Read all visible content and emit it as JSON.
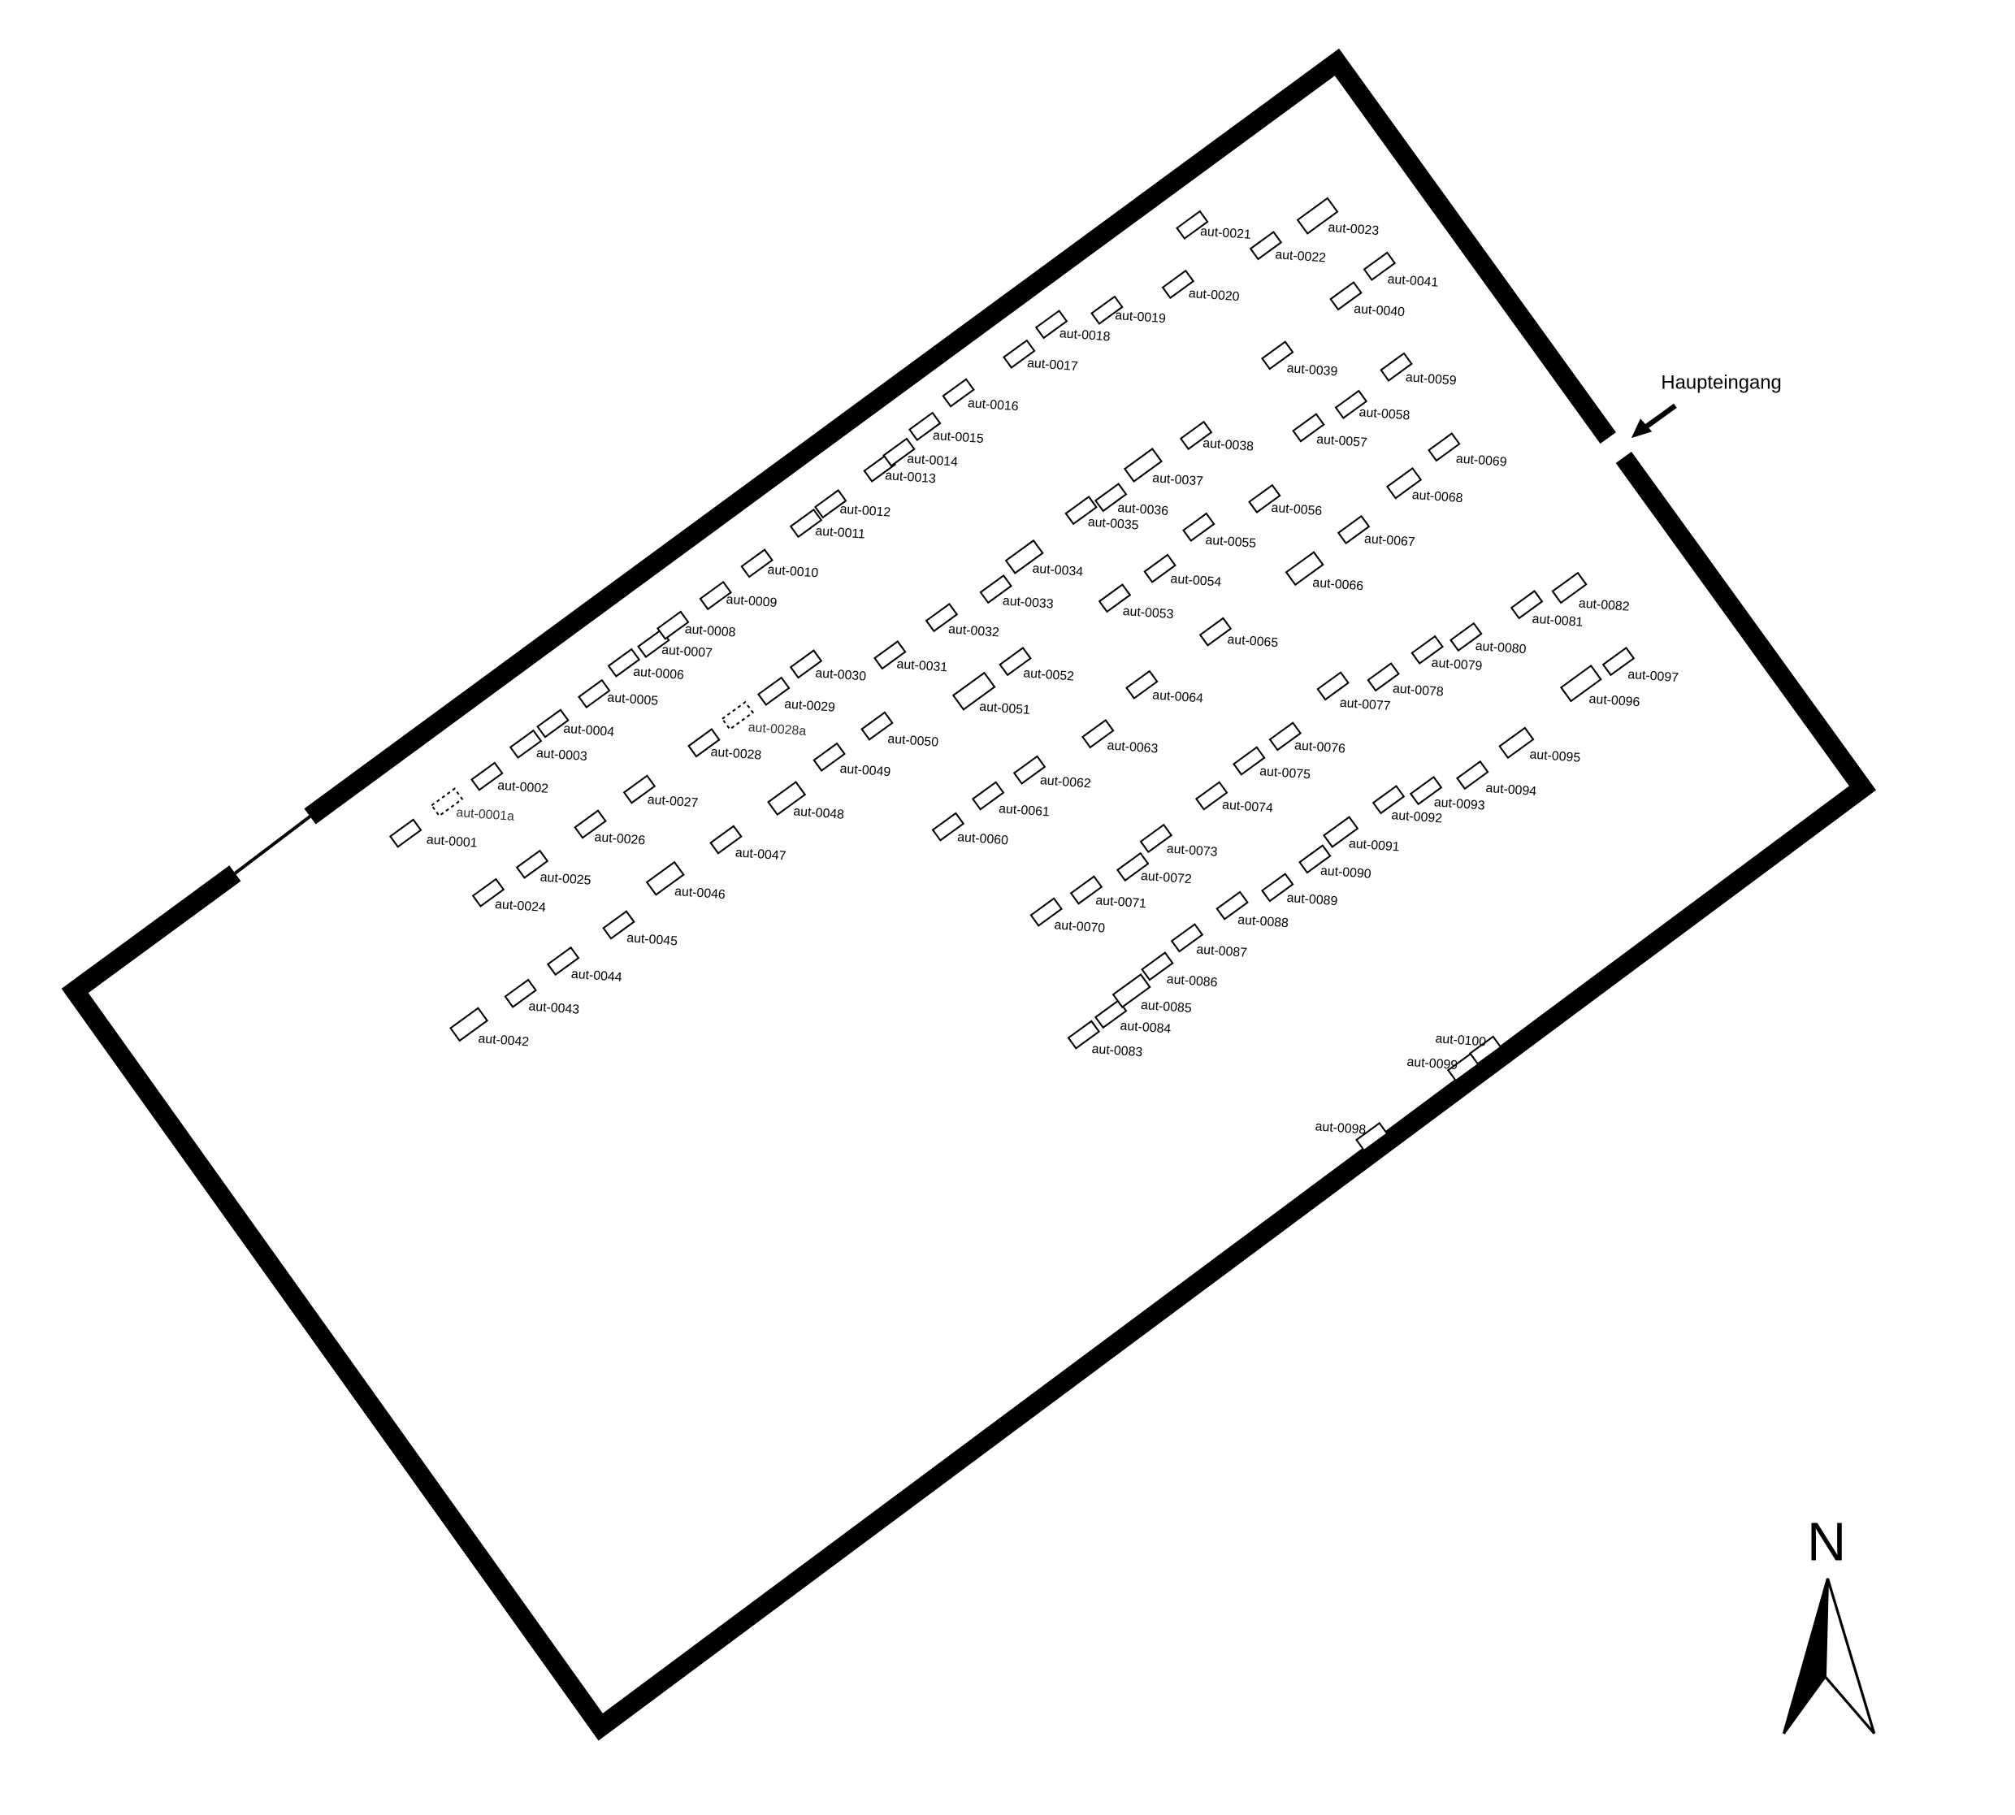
{
  "map": {
    "entrance_label": "Haupteingang",
    "north_label": "N",
    "graves": [
      {
        "label": "aut-0001"
      },
      {
        "label": "aut-0001a",
        "dashed": true
      },
      {
        "label": "aut-0002"
      },
      {
        "label": "aut-0003"
      },
      {
        "label": "aut-0004"
      },
      {
        "label": "aut-0005"
      },
      {
        "label": "aut-0006"
      },
      {
        "label": "aut-0007"
      },
      {
        "label": "aut-0008"
      },
      {
        "label": "aut-0009"
      },
      {
        "label": "aut-0010"
      },
      {
        "label": "aut-0011"
      },
      {
        "label": "aut-0012"
      },
      {
        "label": "aut-0013"
      },
      {
        "label": "aut-0014"
      },
      {
        "label": "aut-0015"
      },
      {
        "label": "aut-0016"
      },
      {
        "label": "aut-0017"
      },
      {
        "label": "aut-0018"
      },
      {
        "label": "aut-0019"
      },
      {
        "label": "aut-0020"
      },
      {
        "label": "aut-0021"
      },
      {
        "label": "aut-0022"
      },
      {
        "label": "aut-0023"
      },
      {
        "label": "aut-0024"
      },
      {
        "label": "aut-0025"
      },
      {
        "label": "aut-0026"
      },
      {
        "label": "aut-0027"
      },
      {
        "label": "aut-0028"
      },
      {
        "label": "aut-0028a",
        "dashed": true
      },
      {
        "label": "aut-0029"
      },
      {
        "label": "aut-0030"
      },
      {
        "label": "aut-0031"
      },
      {
        "label": "aut-0032"
      },
      {
        "label": "aut-0033"
      },
      {
        "label": "aut-0034"
      },
      {
        "label": "aut-0035"
      },
      {
        "label": "aut-0036"
      },
      {
        "label": "aut-0037"
      },
      {
        "label": "aut-0038"
      },
      {
        "label": "aut-0039"
      },
      {
        "label": "aut-0040"
      },
      {
        "label": "aut-0041"
      },
      {
        "label": "aut-0042"
      },
      {
        "label": "aut-0043"
      },
      {
        "label": "aut-0044"
      },
      {
        "label": "aut-0045"
      },
      {
        "label": "aut-0046"
      },
      {
        "label": "aut-0047"
      },
      {
        "label": "aut-0048"
      },
      {
        "label": "aut-0049"
      },
      {
        "label": "aut-0050"
      },
      {
        "label": "aut-0051"
      },
      {
        "label": "aut-0052"
      },
      {
        "label": "aut-0053"
      },
      {
        "label": "aut-0054"
      },
      {
        "label": "aut-0055"
      },
      {
        "label": "aut-0056"
      },
      {
        "label": "aut-0057"
      },
      {
        "label": "aut-0058"
      },
      {
        "label": "aut-0059"
      },
      {
        "label": "aut-0060"
      },
      {
        "label": "aut-0061"
      },
      {
        "label": "aut-0062"
      },
      {
        "label": "aut-0063"
      },
      {
        "label": "aut-0064"
      },
      {
        "label": "aut-0065"
      },
      {
        "label": "aut-0066"
      },
      {
        "label": "aut-0067"
      },
      {
        "label": "aut-0068"
      },
      {
        "label": "aut-0069"
      },
      {
        "label": "aut-0070"
      },
      {
        "label": "aut-0071"
      },
      {
        "label": "aut-0072"
      },
      {
        "label": "aut-0073"
      },
      {
        "label": "aut-0074"
      },
      {
        "label": "aut-0075"
      },
      {
        "label": "aut-0076"
      },
      {
        "label": "aut-0077"
      },
      {
        "label": "aut-0078"
      },
      {
        "label": "aut-0079"
      },
      {
        "label": "aut-0080"
      },
      {
        "label": "aut-0081"
      },
      {
        "label": "aut-0082"
      },
      {
        "label": "aut-0083"
      },
      {
        "label": "aut-0084"
      },
      {
        "label": "aut-0085"
      },
      {
        "label": "aut-0086"
      },
      {
        "label": "aut-0087"
      },
      {
        "label": "aut-0088"
      },
      {
        "label": "aut-0089"
      },
      {
        "label": "aut-0090"
      },
      {
        "label": "aut-0091"
      },
      {
        "label": "aut-0092"
      },
      {
        "label": "aut-0093"
      },
      {
        "label": "aut-0094"
      },
      {
        "label": "aut-0095"
      },
      {
        "label": "aut-0096"
      },
      {
        "label": "aut-0097"
      },
      {
        "label": "aut-0098"
      },
      {
        "label": "aut-0099"
      },
      {
        "label": "aut-0100"
      }
    ]
  }
}
